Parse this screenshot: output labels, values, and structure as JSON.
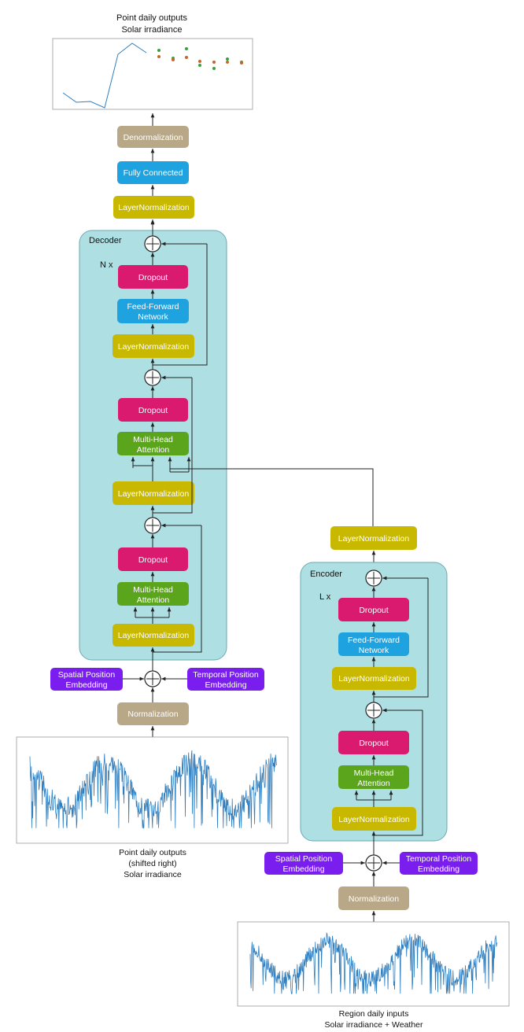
{
  "top_output": {
    "caption_line1": "Point daily outputs",
    "caption_line2": "Solar irradiance"
  },
  "decoder": {
    "title": "Decoder",
    "repeat": "N x",
    "denormalization": "Denormalization",
    "fully_connected": "Fully Connected",
    "final_layernorm": "LayerNormalization",
    "dropout_top": "Dropout",
    "ffn_line1": "Feed-Forward",
    "ffn_line2": "Network",
    "layernorm_ffn": "LayerNormalization",
    "dropout_cross": "Dropout",
    "cross_mha_line1": "Multi-Head",
    "cross_mha_line2": "Attention",
    "layernorm_cross": "LayerNormalization",
    "dropout_self": "Dropout",
    "self_mha_line1": "Multi-Head",
    "self_mha_line2": "Attention",
    "layernorm_self": "LayerNormalization",
    "spatial_line1": "Spatial Position",
    "spatial_line2": "Embedding",
    "temporal_line1": "Temporal Position",
    "temporal_line2": "Embedding",
    "normalization": "Normalization",
    "input_caption_line1": "Point daily outputs",
    "input_caption_line2": "(shifted right)",
    "input_caption_line3": "Solar irradiance"
  },
  "encoder": {
    "title": "Encoder",
    "repeat": "L x",
    "final_layernorm": "LayerNormalization",
    "dropout_top": "Dropout",
    "ffn_line1": "Feed-Forward",
    "ffn_line2": "Network",
    "layernorm_ffn": "LayerNormalization",
    "dropout_self": "Dropout",
    "self_mha_line1": "Multi-Head",
    "self_mha_line2": "Attention",
    "layernorm_self": "LayerNormalization",
    "spatial_line1": "Spatial Position",
    "spatial_line2": "Embedding",
    "temporal_line1": "Temporal Position",
    "temporal_line2": "Embedding",
    "normalization": "Normalization",
    "input_caption_line1": "Region daily inputs",
    "input_caption_line2": "Solar irradiance + Weather"
  },
  "colors": {
    "layernorm": "#c8b900",
    "dropout": "#d91a6e",
    "ffn": "#1ea3e0",
    "mha": "#5aa51c",
    "norm": "#b8a888",
    "embedding": "#7a1ef0",
    "container": "#aee0e3",
    "series": "#2f7fc0",
    "scatter_green": "#3aa03a",
    "scatter_orange": "#c8662a"
  }
}
